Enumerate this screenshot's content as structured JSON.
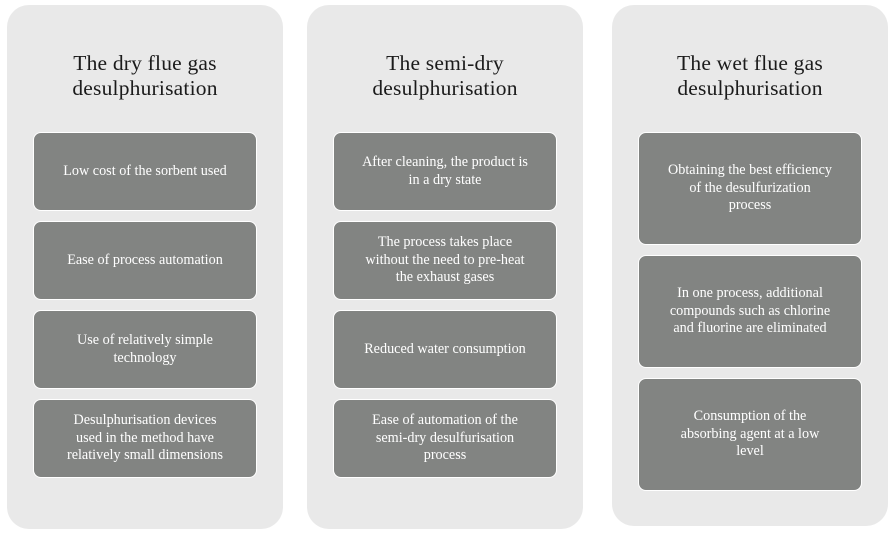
{
  "diagram": {
    "type": "three-column-comparison",
    "colors": {
      "panel_background": "#e9e9e9",
      "box_background": "#828482",
      "box_border": "#ffffff",
      "box_text": "#ffffff",
      "header_text": "#1b1b1b",
      "page_background": "#ffffff"
    },
    "columns": [
      {
        "id": "dry",
        "header": "The dry flue gas\ndesulphurisation",
        "items": [
          "Low cost of the  sorbent used",
          "Ease of process automation",
          "Use of relatively  simple\ntechnology",
          "Desulphurisation  devices\nused in the method have\nrelatively  small  dimensions"
        ]
      },
      {
        "id": "semi-dry",
        "header": "The semi-dry\ndesulphurisation",
        "items": [
          "After cleaning,  the product is\nin a dry state",
          "The process takes place\nwithout  the need to pre-heat\nthe exhaust  gases",
          "Reduced water  consumption",
          "Ease of automation  of the\nsemi-dry  desulfurisation\nprocess"
        ]
      },
      {
        "id": "wet",
        "header": "The wet flue gas\ndesulphurisation",
        "items": [
          "Obtaining  the best efficiency\nof the  desulfurization\nprocess",
          "In one process, additional\ncompounds such as chlorine\nand  fluorine  are eliminated",
          "Consumption of the\nabsorbing agent  at a low\nlevel"
        ]
      }
    ]
  }
}
